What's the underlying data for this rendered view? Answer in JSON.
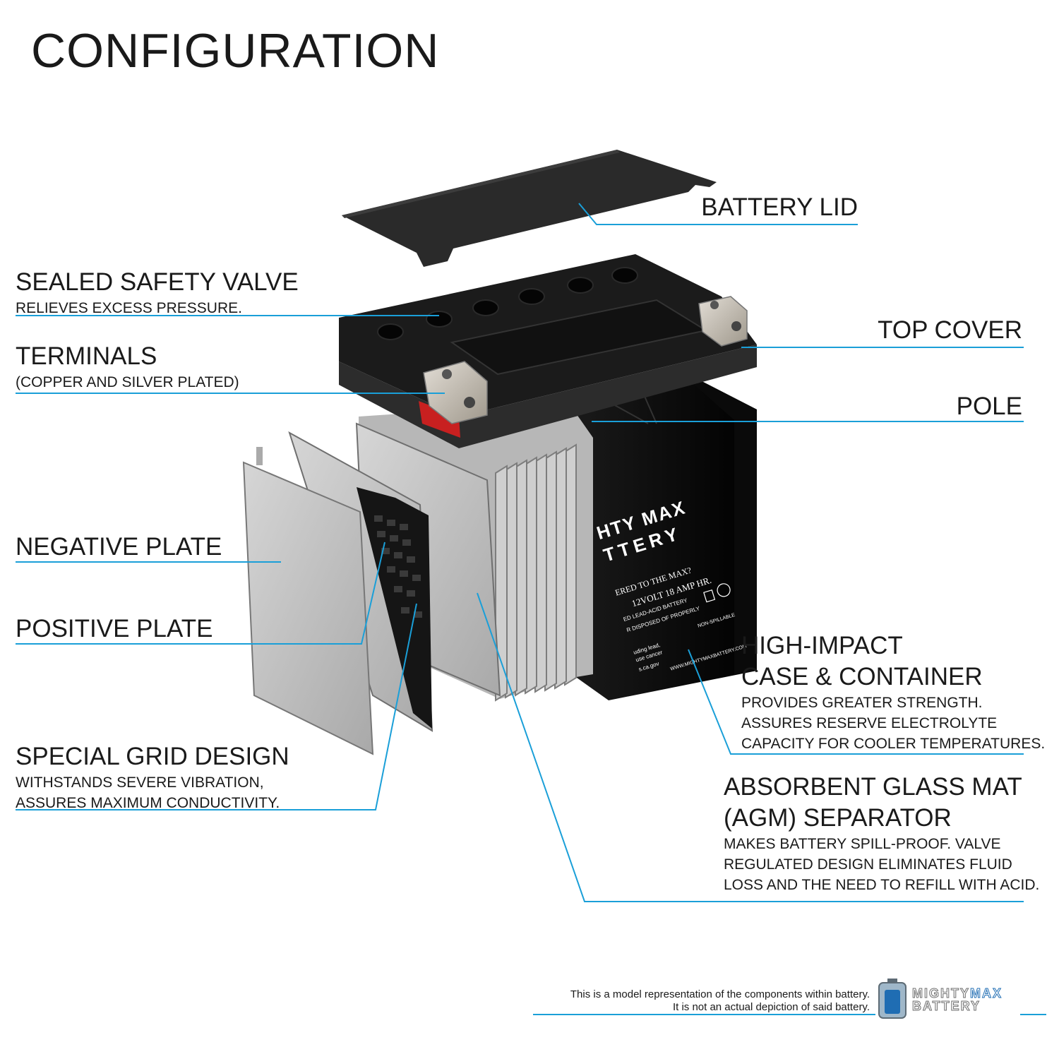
{
  "title": "CONFIGURATION",
  "accent_color": "#1a9fd8",
  "labels": {
    "battery_lid": "BATTERY LID",
    "safety_valve": {
      "title": "SEALED SAFETY VALVE",
      "sub": "RELIEVES EXCESS PRESSURE."
    },
    "top_cover": "TOP COVER",
    "terminals": {
      "title": "TERMINALS",
      "sub": "(COPPER AND SILVER PLATED)"
    },
    "pole": "POLE",
    "negative_plate": "NEGATIVE PLATE",
    "positive_plate": "POSITIVE PLATE",
    "case": {
      "title1": "HIGH-IMPACT",
      "title2": "CASE & CONTAINER",
      "sub1": "PROVIDES GREATER STRENGTH.",
      "sub2": "ASSURES RESERVE ELECTROLYTE",
      "sub3": "CAPACITY FOR COOLER TEMPERATURES."
    },
    "grid": {
      "title": "SPECIAL GRID DESIGN",
      "sub1": "WITHSTANDS SEVERE VIBRATION,",
      "sub2": "ASSURES MAXIMUM CONDUCTIVITY."
    },
    "agm": {
      "title1": "ABSORBENT GLASS MAT",
      "title2": "(AGM) SEPARATOR",
      "sub1": "MAKES BATTERY SPILL-PROOF. VALVE",
      "sub2": "REGULATED DESIGN ELIMINATES FLUID",
      "sub3": "LOSS AND THE NEED TO REFILL WITH ACID."
    }
  },
  "battery_print": {
    "brand1": "HTY MAX",
    "brand2": "TTERY",
    "tagline": "ERED TO THE MAX?",
    "spec": "12VOLT 18 AMP HR.",
    "type": "ED LEAD-ACID BATTERY",
    "dispose": "R DISPOSED OF PROPERLY",
    "nonspill": "NON-SPILLABLE",
    "website": "WWW.MIGHTYMAXBATTERY.COM",
    "warn1": "uding lead,",
    "warn2": "use cancer",
    "warn3": "s.ca.gov"
  },
  "disclaimer": {
    "line1": "This is a model representation of the components within battery.",
    "line2": "It is not an actual depiction of said battery."
  },
  "logo": {
    "part1": "MIGHTY",
    "part2": "MAX",
    "part3": "BATTERY"
  }
}
